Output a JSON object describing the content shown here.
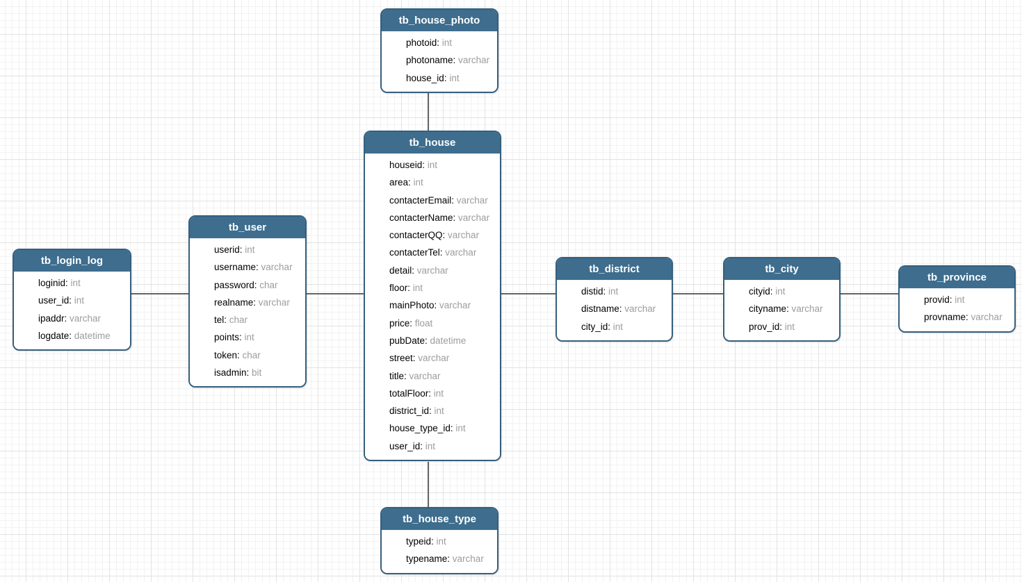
{
  "colors": {
    "entity_header": "#3e6d8e",
    "entity_border": "#355f7d",
    "entity_body": "#ffffff",
    "title_text": "#ffffff",
    "field_name_text": "#000000",
    "field_type_text": "#9c9c9c",
    "connector": "#646464",
    "grid_minor": "#f2f2f2",
    "grid_major": "#e2e2e2"
  },
  "diagram": {
    "tables": [
      {
        "id": "tb_house_photo",
        "title": "tb_house_photo",
        "fields": [
          {
            "name": "photoid",
            "type": "int"
          },
          {
            "name": "photoname",
            "type": "varchar"
          },
          {
            "name": "house_id",
            "type": "int"
          }
        ]
      },
      {
        "id": "tb_house",
        "title": "tb_house",
        "fields": [
          {
            "name": "houseid",
            "type": "int"
          },
          {
            "name": "area",
            "type": "int"
          },
          {
            "name": "contacterEmail",
            "type": "varchar"
          },
          {
            "name": "contacterName",
            "type": "varchar"
          },
          {
            "name": "contacterQQ",
            "type": "varchar"
          },
          {
            "name": "contacterTel",
            "type": "varchar"
          },
          {
            "name": "detail",
            "type": "varchar"
          },
          {
            "name": "floor",
            "type": "int"
          },
          {
            "name": "mainPhoto",
            "type": "varchar"
          },
          {
            "name": "price",
            "type": "float"
          },
          {
            "name": "pubDate",
            "type": "datetime"
          },
          {
            "name": "street",
            "type": "varchar"
          },
          {
            "name": "title",
            "type": "varchar"
          },
          {
            "name": "totalFloor",
            "type": "int"
          },
          {
            "name": "district_id",
            "type": "int"
          },
          {
            "name": "house_type_id",
            "type": "int"
          },
          {
            "name": "user_id",
            "type": "int"
          }
        ]
      },
      {
        "id": "tb_user",
        "title": "tb_user",
        "fields": [
          {
            "name": "userid",
            "type": "int"
          },
          {
            "name": "username",
            "type": "varchar"
          },
          {
            "name": "password",
            "type": "char"
          },
          {
            "name": "realname",
            "type": "varchar"
          },
          {
            "name": "tel",
            "type": "char"
          },
          {
            "name": "points",
            "type": "int"
          },
          {
            "name": "token",
            "type": "char"
          },
          {
            "name": "isadmin",
            "type": "bit"
          }
        ]
      },
      {
        "id": "tb_login_log",
        "title": "tb_login_log",
        "fields": [
          {
            "name": "loginid",
            "type": "int"
          },
          {
            "name": "user_id",
            "type": "int"
          },
          {
            "name": "ipaddr",
            "type": "varchar"
          },
          {
            "name": "logdate",
            "type": "datetime"
          }
        ]
      },
      {
        "id": "tb_district",
        "title": "tb_district",
        "fields": [
          {
            "name": "distid",
            "type": "int"
          },
          {
            "name": "distname",
            "type": "varchar"
          },
          {
            "name": "city_id",
            "type": "int"
          }
        ]
      },
      {
        "id": "tb_city",
        "title": "tb_city",
        "fields": [
          {
            "name": "cityid",
            "type": "int"
          },
          {
            "name": "cityname",
            "type": "varchar"
          },
          {
            "name": "prov_id",
            "type": "int"
          }
        ]
      },
      {
        "id": "tb_province",
        "title": "tb_province",
        "fields": [
          {
            "name": "provid",
            "type": "int"
          },
          {
            "name": "provname",
            "type": "varchar"
          }
        ]
      },
      {
        "id": "tb_house_type",
        "title": "tb_house_type",
        "fields": [
          {
            "name": "typeid",
            "type": "int"
          },
          {
            "name": "typename",
            "type": "varchar"
          }
        ]
      }
    ],
    "connectors": [
      {
        "from": "tb_house_photo",
        "to": "tb_house"
      },
      {
        "from": "tb_house",
        "to": "tb_house_type"
      },
      {
        "from": "tb_login_log",
        "to": "tb_user"
      },
      {
        "from": "tb_user",
        "to": "tb_house"
      },
      {
        "from": "tb_house",
        "to": "tb_district"
      },
      {
        "from": "tb_district",
        "to": "tb_city"
      },
      {
        "from": "tb_city",
        "to": "tb_province"
      }
    ]
  }
}
